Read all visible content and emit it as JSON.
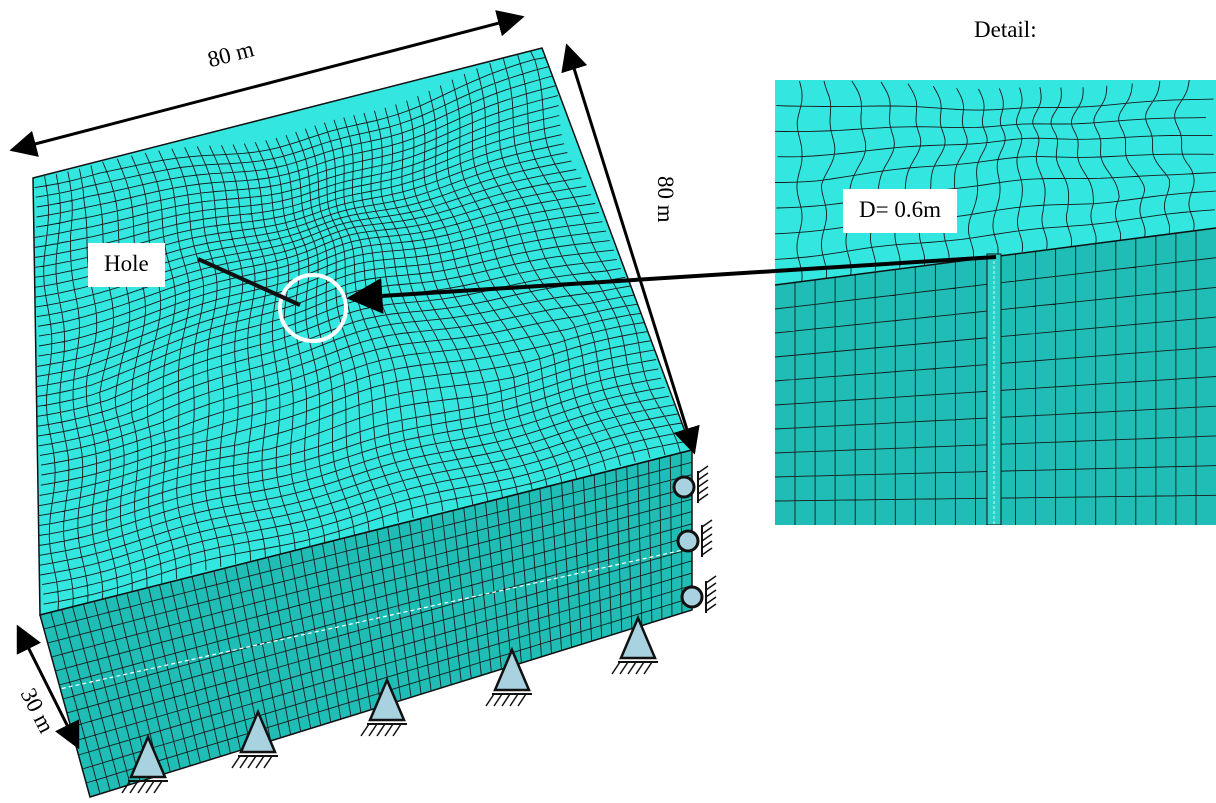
{
  "labels": {
    "dim_top": "80 m",
    "dim_right": "80 m",
    "dim_left": "30 m",
    "hole": "Hole",
    "detail_title": "Detail:",
    "diameter": "D= 0.6m"
  },
  "colors": {
    "mesh_fill": "#33e6e0",
    "side_fill": "#1fbdb5",
    "mesh_line": "#1a1a1a",
    "support_fill": "#a8d2df",
    "highlight": "#ffffff"
  },
  "icons": {
    "pin_support": "triangle-support-icon",
    "roller_support": "roller-support-icon"
  }
}
